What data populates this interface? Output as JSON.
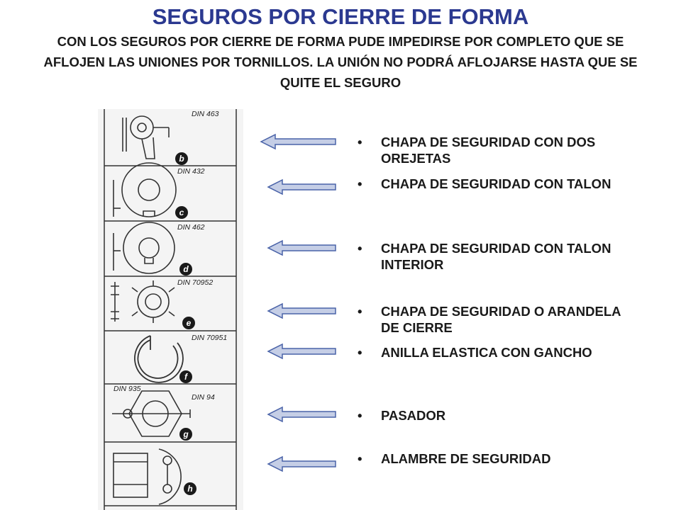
{
  "title": "SEGUROS POR CIERRE DE FORMA",
  "subtitle": "CON LOS SEGUROS POR CIERRE DE FORMA PUDE IMPEDIRSE POR COMPLETO QUE SE AFLOJEN LAS UNIONES POR TORNILLOS. LA UNIÓN NO PODRÁ  AFLOJARSE HASTA QUE SE QUITE EL SEGURO",
  "bullet_marker": "•",
  "items": [
    "CHAPA DE SEGURIDAD CON DOS OREJETAS",
    "CHAPA DE SEGURIDAD CON TALON",
    "CHAPA DE SEGURIDAD CON TALON INTERIOR",
    "CHAPA DE SEGURIDAD O ARANDELA DE CIERRE",
    "ANILLA ELASTICA CON GANCHO",
    "PASADOR",
    "ALAMBRE DE SEGURIDAD"
  ],
  "drawing": {
    "din_labels": [
      "DIN 463",
      "DIN 432",
      "DIN 462",
      "DIN 70952",
      "DIN 70951",
      "DIN 935",
      "DIN 94"
    ],
    "panel_letters": [
      "b",
      "c",
      "d",
      "e",
      "f",
      "g",
      "h"
    ]
  },
  "colors": {
    "title": "#2b3990",
    "arrow_fill": "#c5cee6",
    "arrow_stroke": "#4a63a8"
  }
}
